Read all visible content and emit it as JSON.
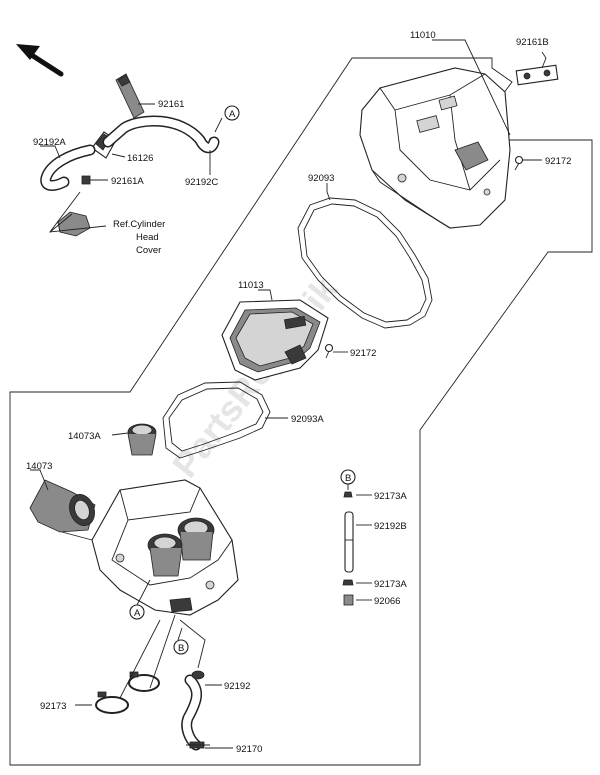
{
  "watermark": "PartsRepublik",
  "callout_letters": {
    "a": "A",
    "b": "B"
  },
  "labels": {
    "p11010": "11010",
    "p92161B": "92161B",
    "p92172_top": "92172",
    "p92093": "92093",
    "p11013": "11013",
    "p92172_mid": "92172",
    "p92093A": "92093A",
    "p14073A": "14073A",
    "p14073": "14073",
    "p92161": "92161",
    "p92192A": "92192A",
    "p16126": "16126",
    "p92161A": "92161A",
    "p92192C": "92192C",
    "ref_line1": "Ref.Cylinder",
    "ref_line2": "Head",
    "ref_line3": "Cover",
    "p92173A_1": "92173A",
    "p92192B": "92192B",
    "p92173A_2": "92173A",
    "p92066": "92066",
    "p92173": "92173",
    "p92192": "92192",
    "p92170": "92170"
  }
}
